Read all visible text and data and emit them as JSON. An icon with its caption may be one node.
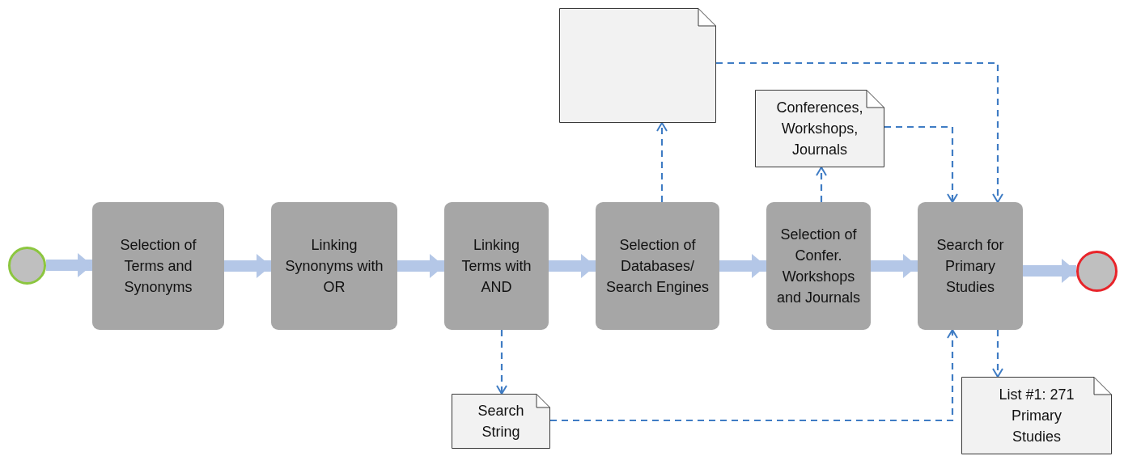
{
  "diagram": {
    "nodes": [
      {
        "text": [],
        "shape": "circle"
      },
      {
        "text": [
          "Selection of Terms and Synonyms"
        ]
      },
      {
        "text": [
          "Linking Synonyms with OR"
        ]
      },
      {
        "text": [
          "Linking Terms with AND"
        ]
      },
      {
        "text": [
          "Selection of Databases/ Search Engines"
        ]
      },
      {
        "text": [
          "Selection of Confer. Workshops and Journals"
        ]
      },
      {
        "text": [
          "Search for Primary Studies"
        ]
      },
      {
        "text": [],
        "shape": "circle"
      },
      {
        "text": [],
        "shape": "document"
      },
      {
        "text": [
          "Conferences, Workshops, Journals"
        ]
      },
      {
        "text": [
          "Search String"
        ]
      },
      {
        "text": [
          "List #1: 271 Primary Studies"
        ]
      }
    ],
    "edges": [
      {
        "from": 0,
        "to": 1,
        "arrow": "to",
        "style": "thick",
        "color": "#b4c7e7"
      },
      {
        "from": 1,
        "to": 2,
        "arrow": "to",
        "style": "thick",
        "color": "#b4c7e7"
      },
      {
        "from": 2,
        "to": 3,
        "arrow": "to",
        "style": "thick",
        "color": "#b4c7e7"
      },
      {
        "from": 3,
        "to": 4,
        "arrow": "to",
        "style": "thick",
        "color": "#b4c7e7"
      },
      {
        "from": 4,
        "to": 5,
        "arrow": "to",
        "style": "thick",
        "color": "#b4c7e7"
      },
      {
        "from": 5,
        "to": 6,
        "arrow": "to",
        "style": "thick",
        "color": "#b4c7e7"
      },
      {
        "from": 6,
        "to": 7,
        "arrow": "to",
        "style": "thick",
        "color": "#b4c7e7"
      },
      {
        "from": 4,
        "to": 8,
        "arrow": "to",
        "style": "dashed",
        "color": "#3f7cc4"
      },
      {
        "from": 5,
        "to": 9,
        "arrow": "to",
        "style": "dashed",
        "color": "#3f7cc4"
      },
      {
        "from": 3,
        "to": 10,
        "arrow": "to",
        "style": "dashed",
        "color": "#3f7cc4"
      },
      {
        "from": 8,
        "to": 6,
        "arrow": "to",
        "style": "dashed",
        "color": "#3f7cc4"
      },
      {
        "from": 9,
        "to": 6,
        "arrow": "to",
        "style": "dashed",
        "color": "#3f7cc4"
      },
      {
        "from": 10,
        "to": 6,
        "arrow": "to",
        "style": "dashed",
        "color": "#3f7cc4"
      },
      {
        "from": 6,
        "to": 11,
        "arrow": "to",
        "style": "dashed",
        "color": "#3f7cc4"
      }
    ]
  }
}
